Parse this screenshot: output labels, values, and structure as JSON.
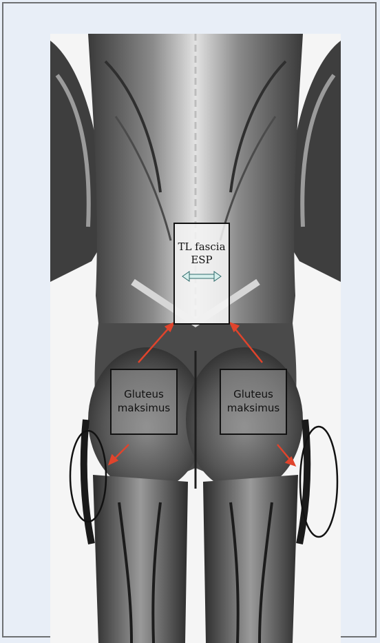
{
  "labels": {
    "tl_fascia_line1": "TL fascia",
    "tl_fascia_line2": "ESP",
    "gluteus_left_line1": "Gluteus",
    "gluteus_left_line2": "maksimus",
    "gluteus_right_line1": "Gluteus",
    "gluteus_right_line2": "maksimus"
  },
  "colors": {
    "frame_border": "#6d6f72",
    "background": "#e8eef7",
    "arrow_red": "#e0442c",
    "double_arrow": "#2f6b6b"
  }
}
